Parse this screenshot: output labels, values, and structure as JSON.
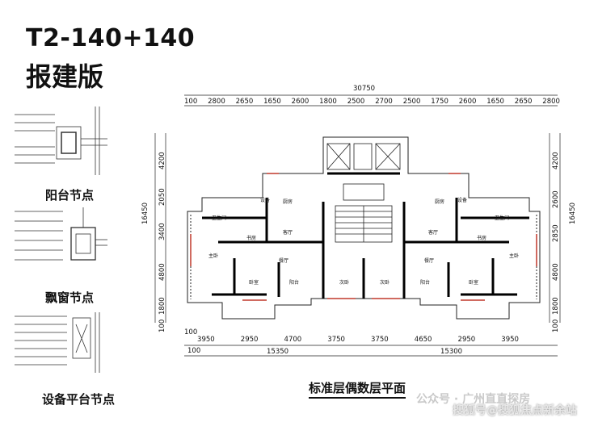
{
  "title": "T2-140+140",
  "subtitle": "报建版",
  "captions": {
    "balcony": "阳台节点",
    "bay_window": "飘窗节点",
    "equipment": "设备平台节点",
    "plan": "标准层偶数层平面"
  },
  "dims": {
    "total_top": "30750",
    "top_row": [
      "100",
      "2800",
      "2650",
      "1650",
      "2600",
      "1800",
      "2500",
      "2700",
      "2500",
      "1750",
      "2600",
      "1650",
      "2650",
      "2800"
    ],
    "bottom_row": [
      "3950",
      "2950",
      "4700",
      "3750",
      "3750",
      "4650",
      "2950",
      "3950"
    ],
    "bottom_small": [
      "100",
      "100"
    ],
    "bottom_totals": [
      "15350",
      "15300"
    ],
    "left_total": "16450",
    "right_total": "16450",
    "left_col": [
      "4200",
      "2050",
      "3400",
      "4800",
      "1800",
      "100"
    ],
    "right_col": [
      "4200",
      "2600",
      "2850",
      "4800",
      "1800",
      "100"
    ]
  },
  "rooms": {
    "living": "客厅",
    "master": "主卧",
    "bedroom": "卧室",
    "bedroom2": "次卧",
    "dining": "餐厅",
    "kitchen": "厨房",
    "study": "书房",
    "toilet": "卫生间",
    "balcony": "阳台",
    "equipment": "设备"
  },
  "watermark": {
    "line1": "公众号 · 广州直直探房",
    "line2": "搜狐号@搜狐焦点新余站"
  }
}
